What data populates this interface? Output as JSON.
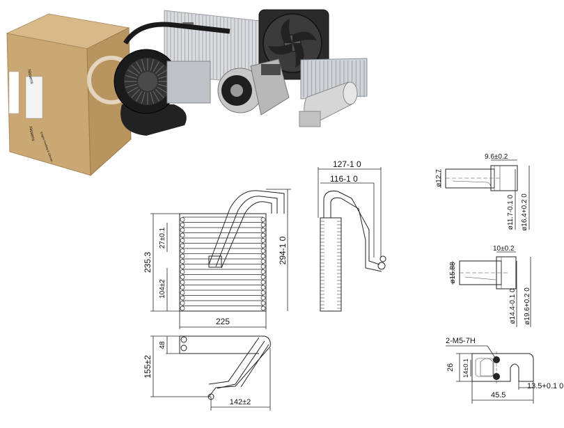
{
  "photo": {
    "box_brand": "Nissens",
    "box_tagline": "Engine Cooling & Climate",
    "products": [
      "blower-motor",
      "condenser",
      "radiator",
      "compressor",
      "cooling-fan",
      "heater-core",
      "receiver-drier",
      "ac-hose"
    ]
  },
  "front_view": {
    "width": "225",
    "height_outer": "235.3",
    "height_lower": "104±2",
    "tube_spacing": "27±0.1",
    "height_overall": "294-1 0"
  },
  "side_view": {
    "width_outer": "127-1 0",
    "width_inner": "116-1 0"
  },
  "bottom_view": {
    "depth": "155±2",
    "offset": "48",
    "width": "142±2"
  },
  "detail_top": {
    "dia_tube": "ø12.7",
    "length": "9.6±0.2",
    "dia_inner": "ø11.7-0.1 0",
    "dia_outer": "ø16.4+0.2 0"
  },
  "detail_mid": {
    "dia_tube": "ø15.88",
    "length": "10±0.2",
    "dia_inner": "ø14.4-0.1 0",
    "dia_outer": "ø19.6+0.2 0"
  },
  "detail_flange": {
    "thread": "2-M5-7H",
    "height": "26",
    "hole_pitch": "14±0.1",
    "width": "45.5",
    "offset": "13.5+0.1 0"
  }
}
